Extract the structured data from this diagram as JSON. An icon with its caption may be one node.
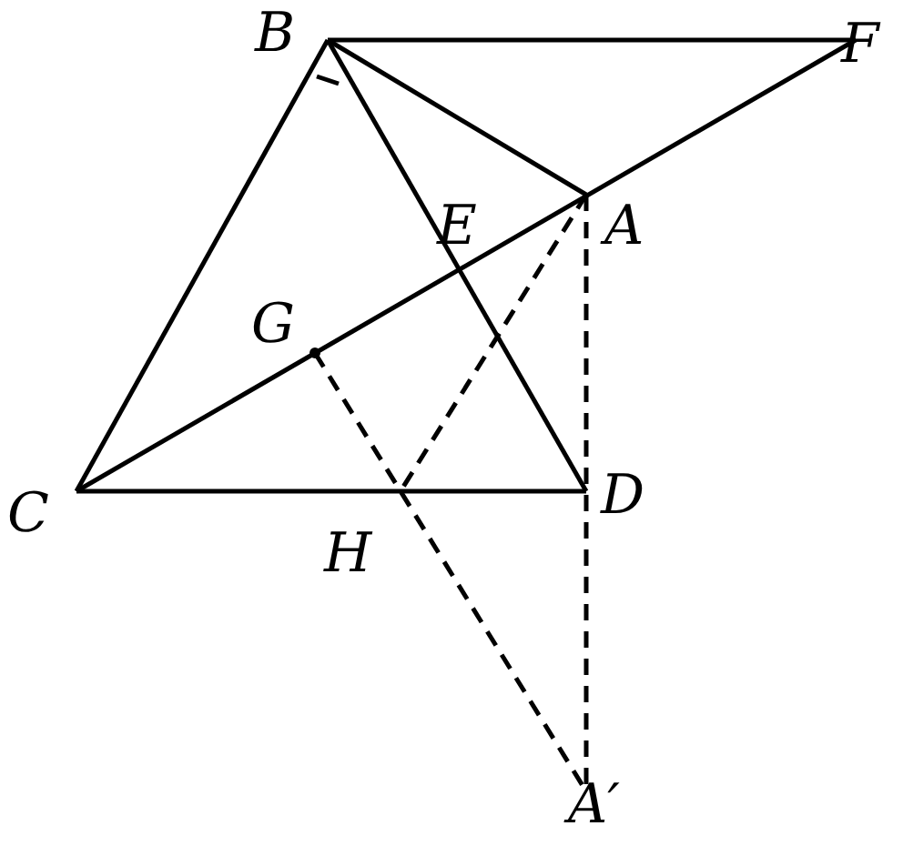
{
  "diagram": {
    "labels": [
      "B",
      "F",
      "E",
      "A",
      "G",
      "C",
      "D",
      "H",
      "A′"
    ]
  }
}
